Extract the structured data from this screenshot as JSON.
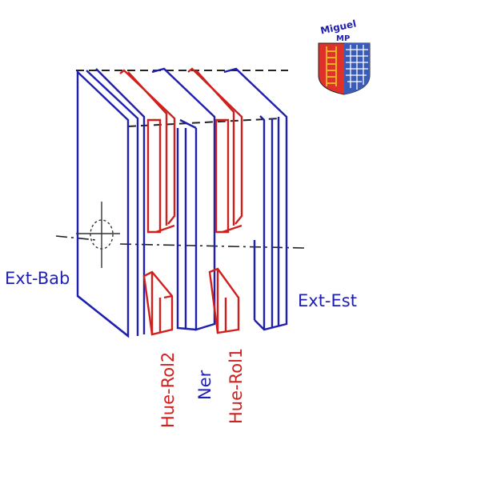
{
  "labels": {
    "ext_bab": "Ext-Bab",
    "ext_est": "Ext-Est",
    "hue_rol2": "Hue-Rol2",
    "ner": "Ner",
    "hue_rol1": "Hue-Rol1"
  },
  "logo": {
    "name_line1": "Miguel",
    "name_line2": "MP"
  },
  "colors": {
    "blue_ink": "#1f1fb0",
    "red_ink": "#d0201e",
    "shield_red": "#e0302a",
    "shield_blue": "#3a5bb8",
    "ladder_gold": "#f0b020"
  }
}
